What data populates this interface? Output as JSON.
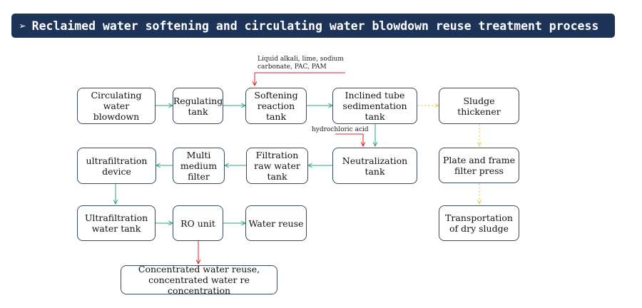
{
  "header": {
    "arrow_glyph": "➢",
    "title": "Reclaimed water softening and circulating water blowdown reuse treatment process"
  },
  "nodes": {
    "circulating_blowdown": "Circulating water blowdown",
    "regulating_tank": "Regulating tank",
    "softening_tank": "Softening reaction tank",
    "inclined_tube": "Inclined tube sedimentation tank",
    "sludge_thickener": "Sludge thickener",
    "neutralization_tank": "Neutralization tank",
    "plate_frame": "Plate and frame filter press",
    "filtration_raw": "Filtration raw water tank",
    "multi_medium": "Multi medium filter",
    "uf_device": "ultrafiltration device",
    "uf_tank": "Ultrafiltration water tank",
    "ro_unit": "RO unit",
    "water_reuse": "Water reuse",
    "dry_sludge": "Transportation of dry sludge",
    "concentrated": "Concentrated water reuse, concentrated water re concentration"
  },
  "chemicals": {
    "softening_dosing": "Liquid alkali, lime, sodium carbonate, PAC, PAM",
    "acid_dosing": "hydrochloric acid"
  },
  "colors": {
    "banner": "#1e3358",
    "water_flow": "#2aa870",
    "dosing": "#e02020",
    "sludge_flow": "#e8d060"
  }
}
